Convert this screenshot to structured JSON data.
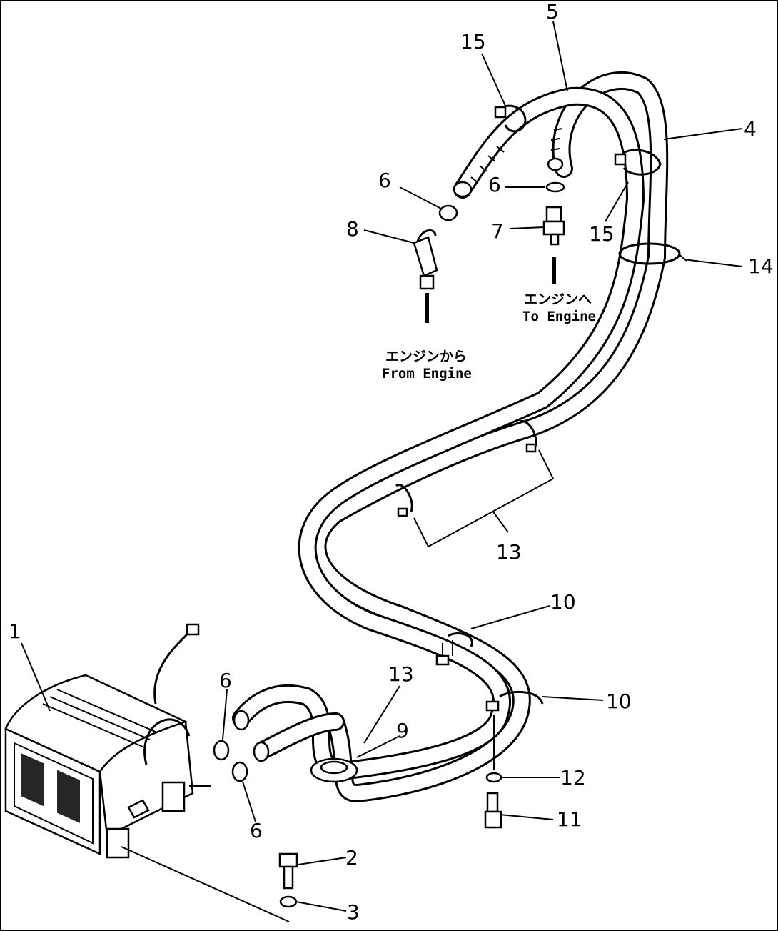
{
  "callouts": [
    {
      "id": "c1",
      "text": "1"
    },
    {
      "id": "c2",
      "text": "2"
    },
    {
      "id": "c3",
      "text": "3"
    },
    {
      "id": "c4",
      "text": "4"
    },
    {
      "id": "c5",
      "text": "5"
    },
    {
      "id": "c6a",
      "text": "6"
    },
    {
      "id": "c6b",
      "text": "6"
    },
    {
      "id": "c6c",
      "text": "6"
    },
    {
      "id": "c6d",
      "text": "6"
    },
    {
      "id": "c7",
      "text": "7"
    },
    {
      "id": "c8",
      "text": "8"
    },
    {
      "id": "c9",
      "text": "9"
    },
    {
      "id": "c10a",
      "text": "10"
    },
    {
      "id": "c10b",
      "text": "10"
    },
    {
      "id": "c11",
      "text": "11"
    },
    {
      "id": "c12",
      "text": "12"
    },
    {
      "id": "c13a",
      "text": "13"
    },
    {
      "id": "c13b",
      "text": "13"
    },
    {
      "id": "c14",
      "text": "14"
    },
    {
      "id": "c15a",
      "text": "15"
    },
    {
      "id": "c15b",
      "text": "15"
    }
  ],
  "notes": {
    "to_engine_jp": "エンジンへ",
    "to_engine_en": "To Engine",
    "from_engine_jp": "エンジンから",
    "from_engine_en": "From Engine"
  }
}
